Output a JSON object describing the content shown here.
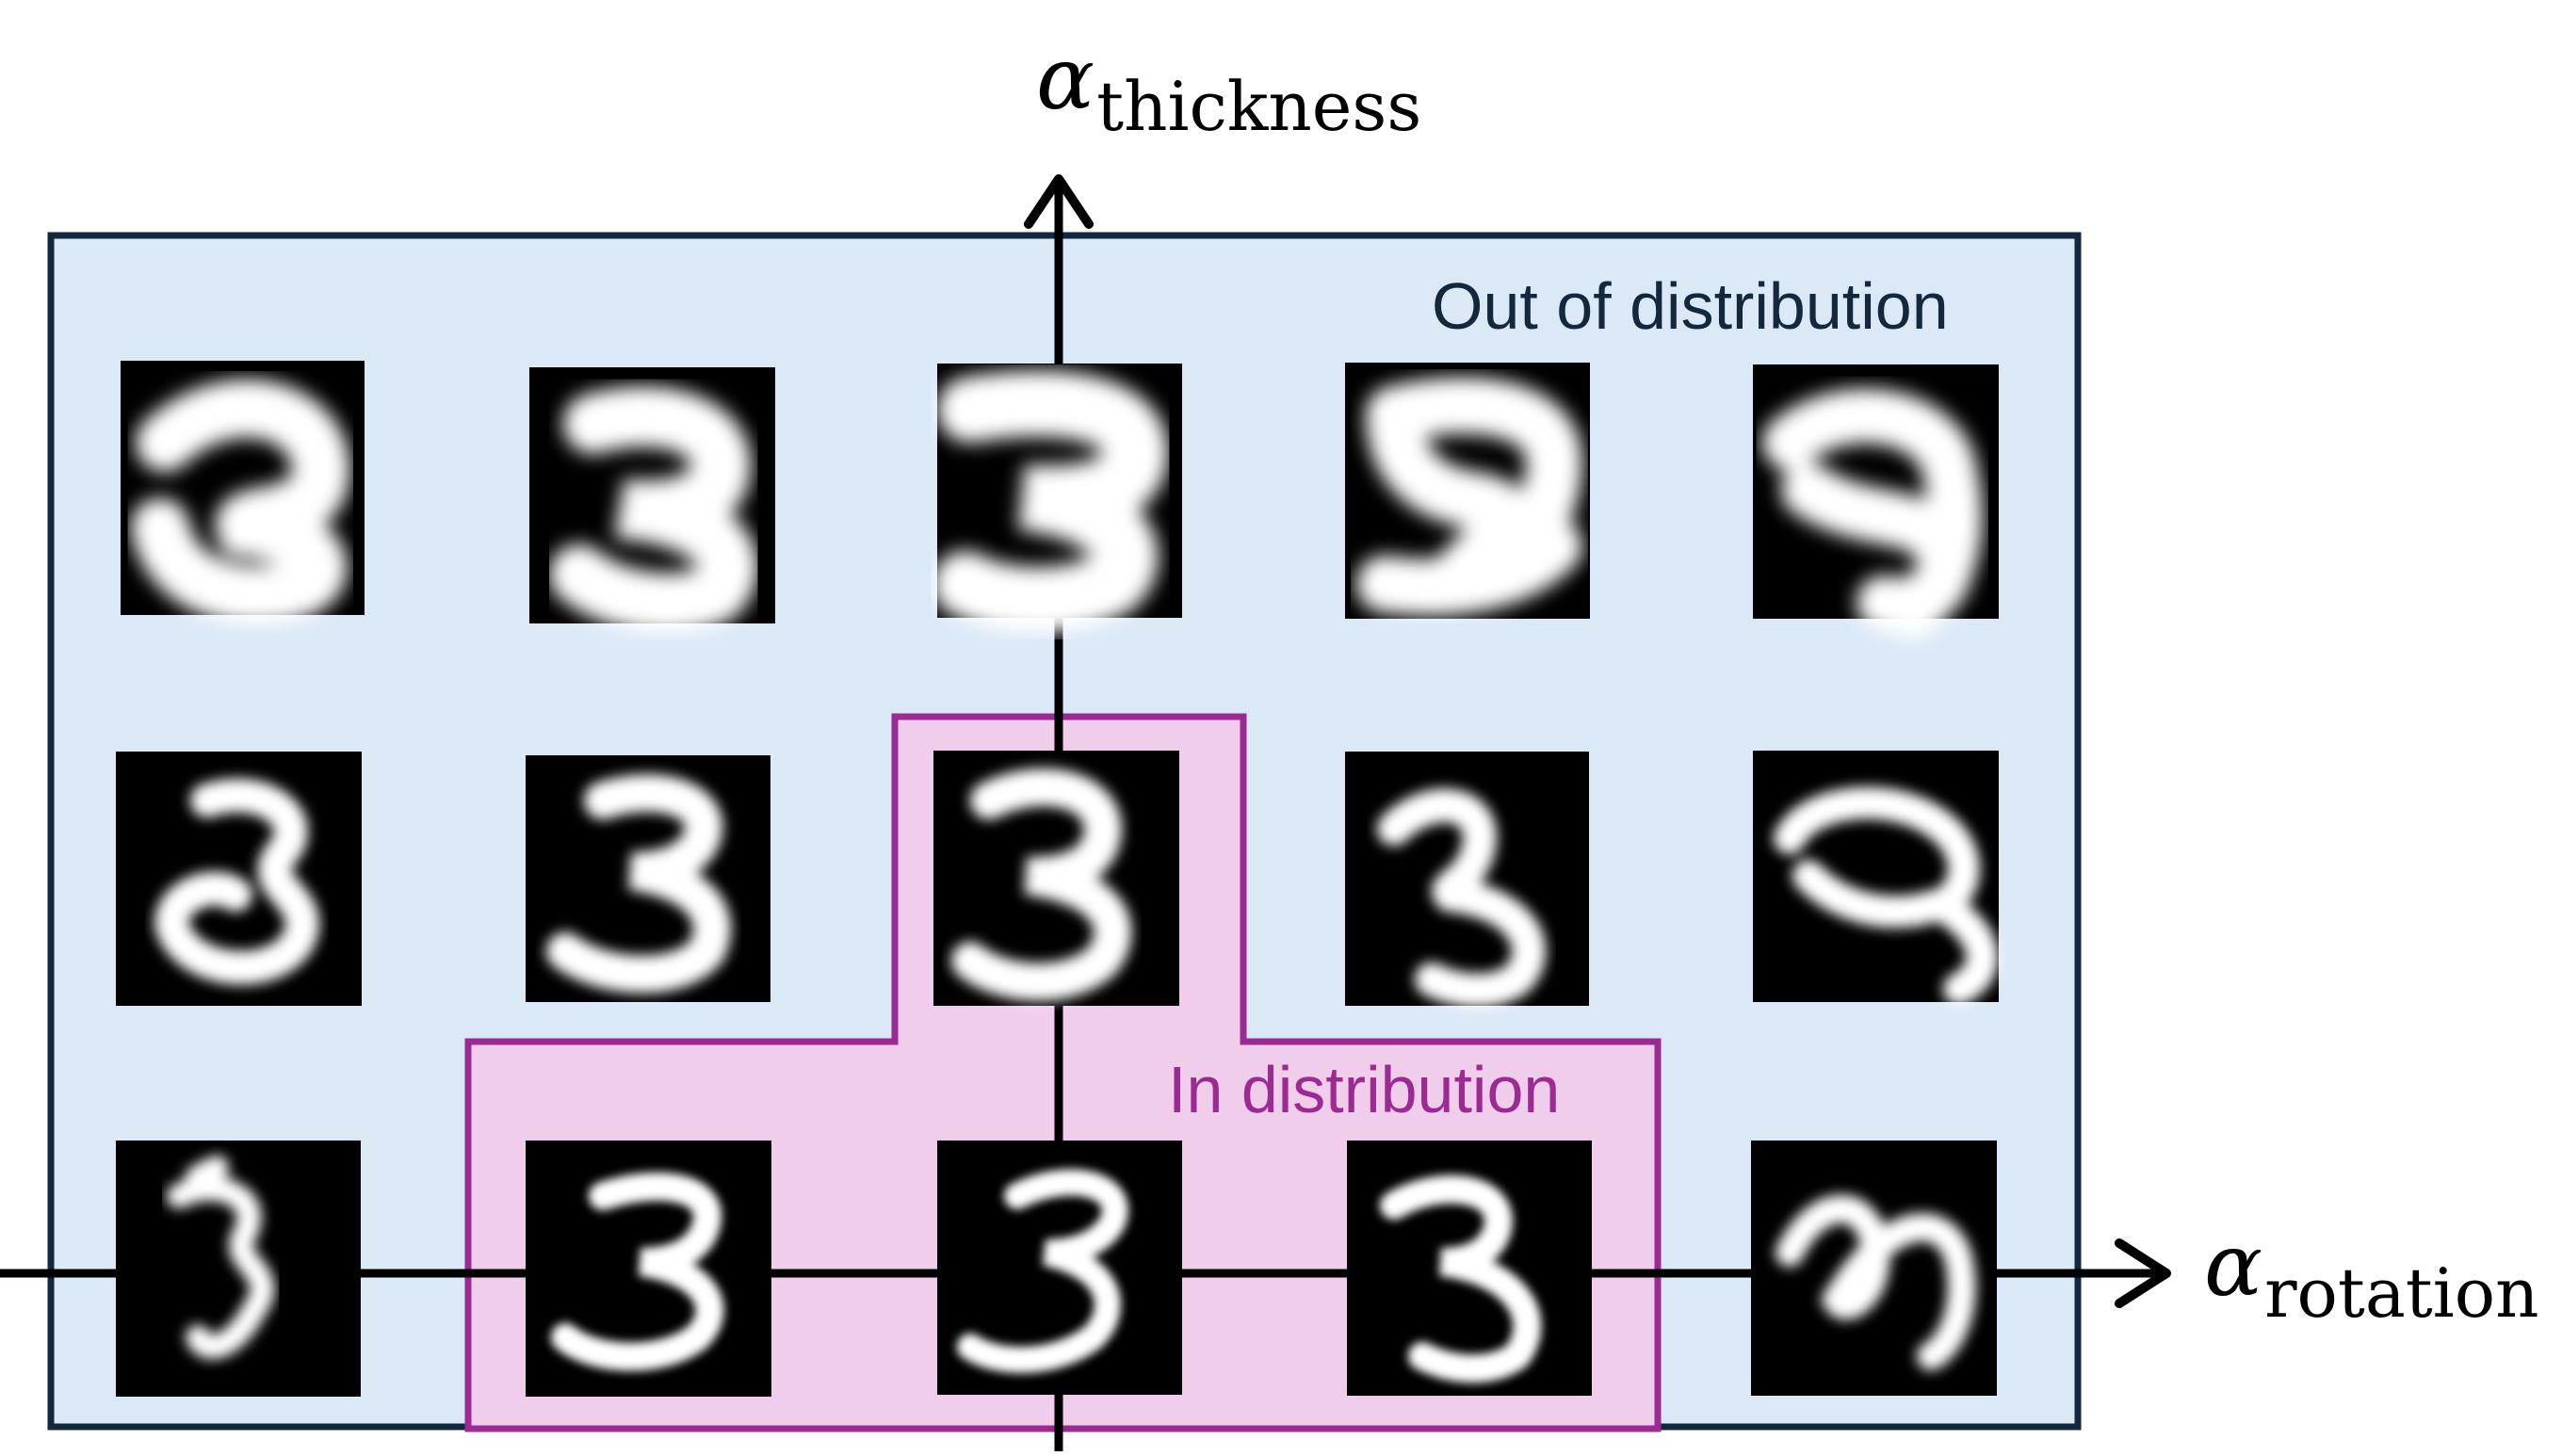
{
  "axes": {
    "x": {
      "symbol": "α",
      "subscript": "rotation"
    },
    "y": {
      "symbol": "α",
      "subscript": "thickness"
    }
  },
  "regions": {
    "out_of_distribution": {
      "label": "Out of distribution",
      "fill": "#dbe8f6",
      "stroke": "#13283d",
      "text_color": "#13283d"
    },
    "in_distribution": {
      "label": "In distribution",
      "fill": "#f1cdec",
      "stroke": "#9b2a93",
      "text_color": "#9b2a93"
    }
  },
  "grid": {
    "rows": 3,
    "cols": 5,
    "image_background": "#000000",
    "digit_color": "#ffffff",
    "digit_shown": "3"
  }
}
